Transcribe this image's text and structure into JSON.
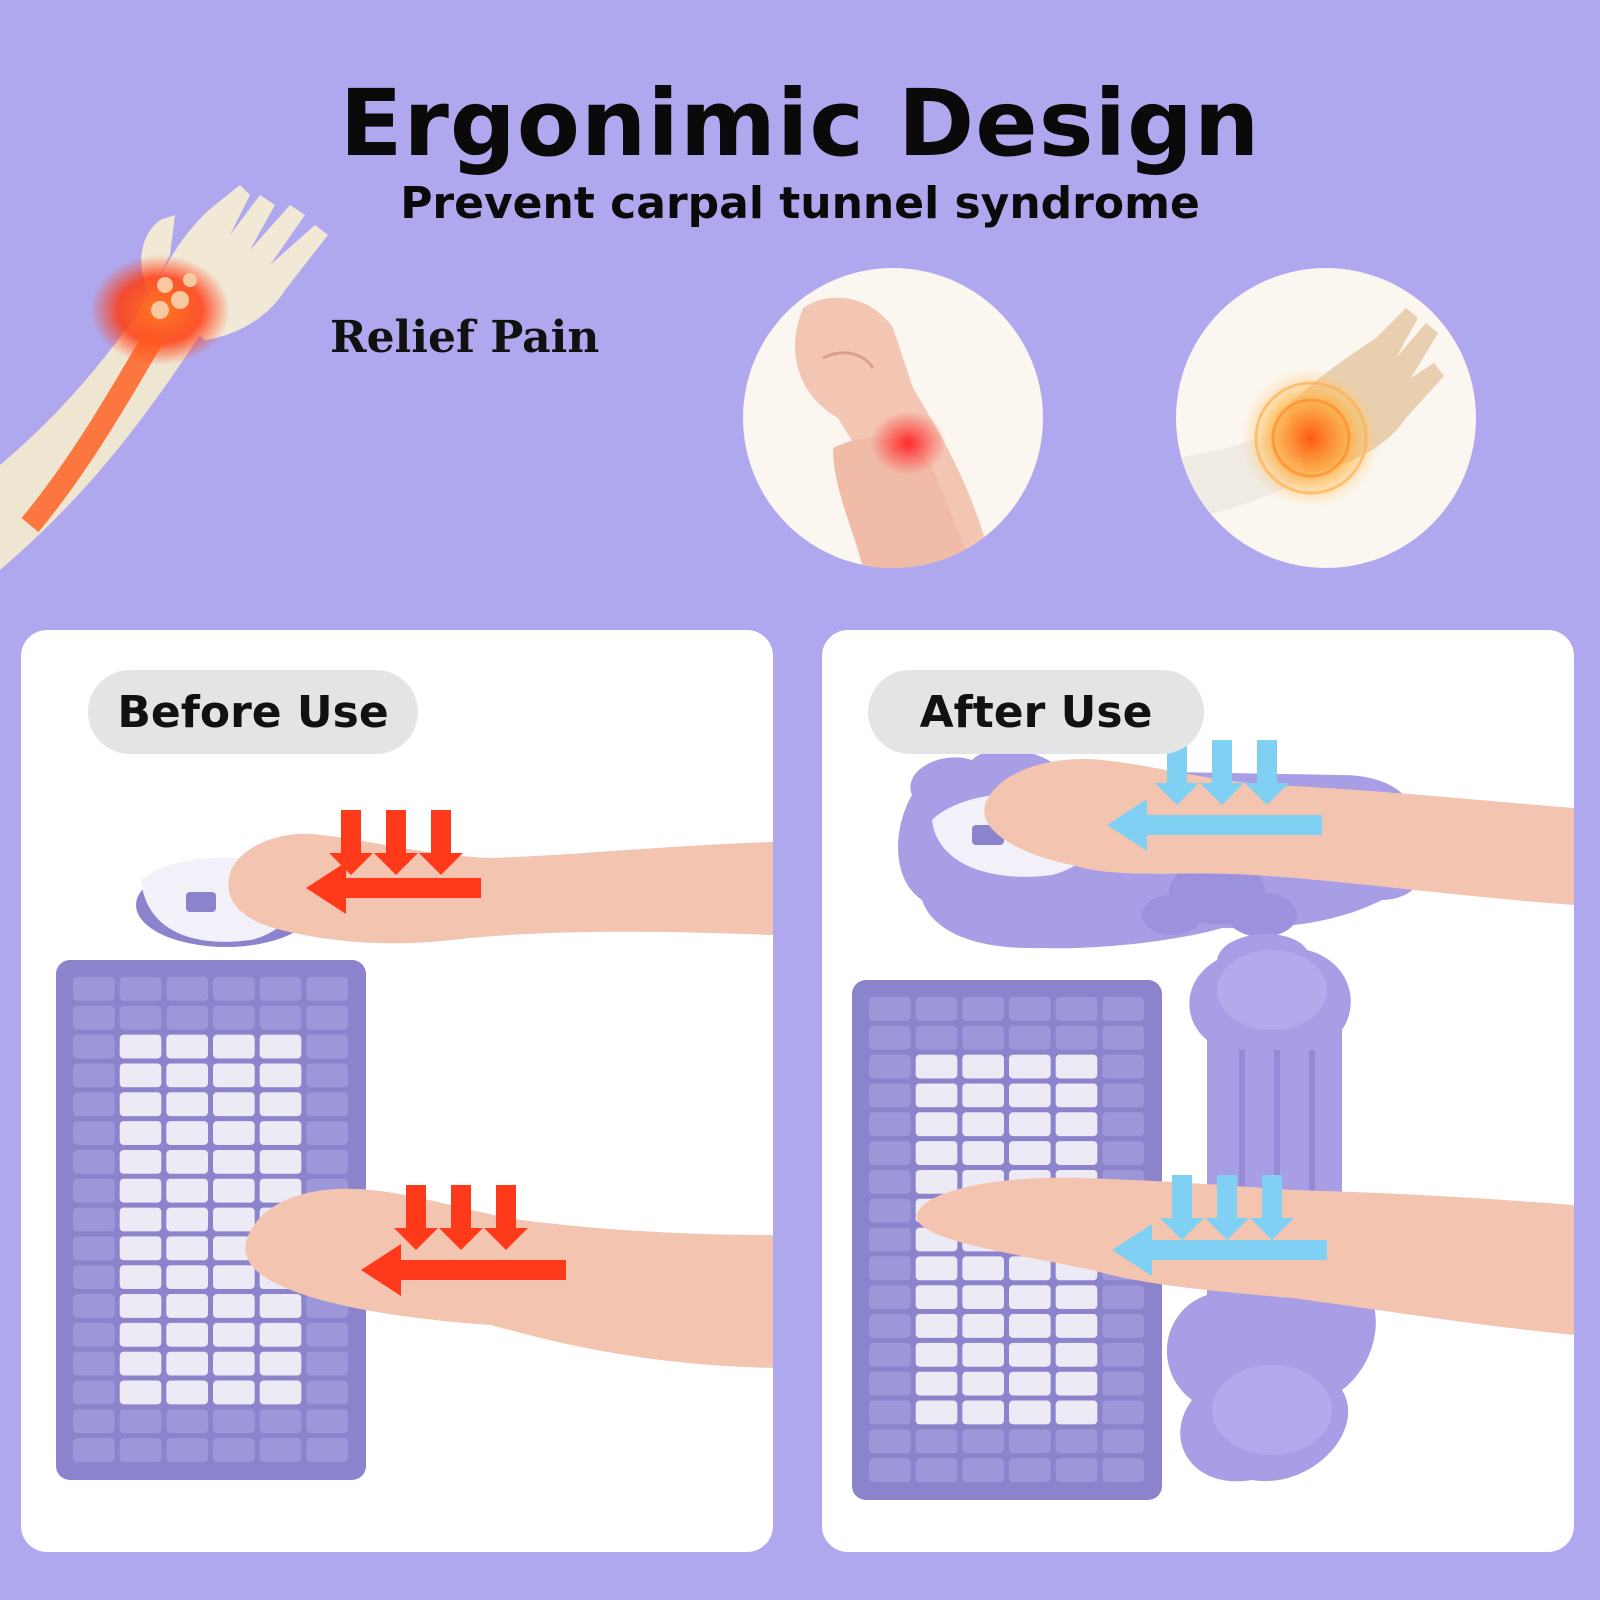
{
  "header": {
    "title": "Ergonimic Design",
    "subtitle": "Prevent carpal tunnel syndrome"
  },
  "relief_label": "Relief Pain",
  "panels": {
    "before": {
      "label": "Before Use"
    },
    "after": {
      "label": "After Use"
    }
  },
  "colors": {
    "background": "#b0a8ee",
    "panel": "#ffffff",
    "pill": "#e4e4e6",
    "keyboard_purple": "#8b83cc",
    "key_white": "#eceaf4",
    "pain_red": "#ff3a1a",
    "relief_blue": "#7fd0f2",
    "wrist_rest": "#a89ee6"
  },
  "icons": {
    "pain_arrow": "red-arrow-icon",
    "relief_arrow": "blue-arrow-icon"
  }
}
